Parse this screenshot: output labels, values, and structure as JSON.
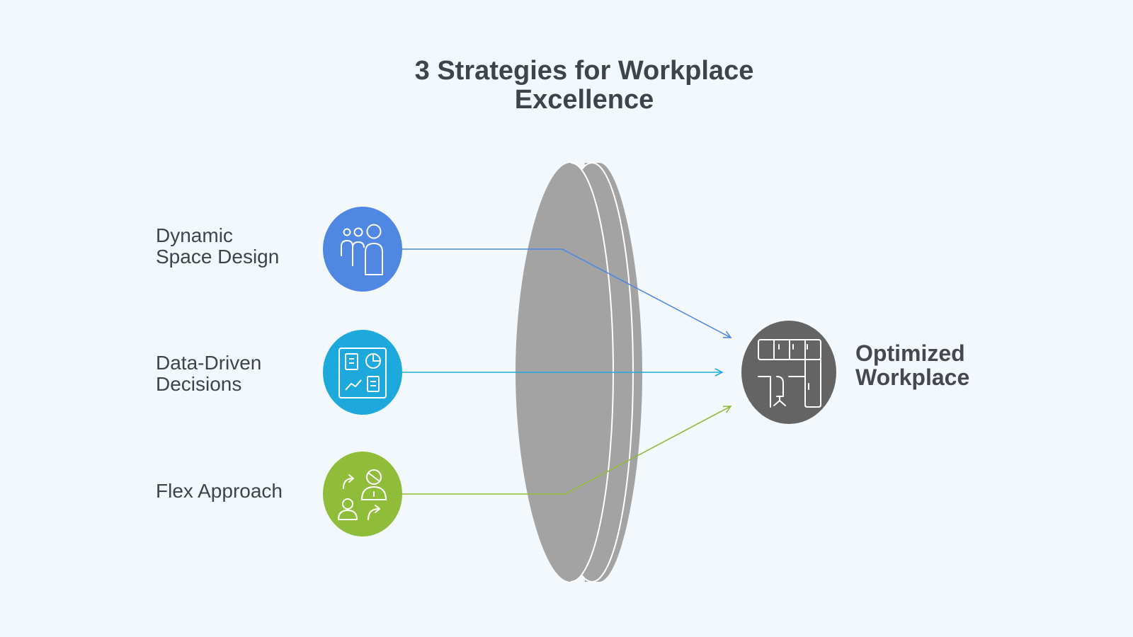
{
  "title": {
    "line1": "3 Strategies for Workplace",
    "line2": "Excellence"
  },
  "strategies": [
    {
      "line1": "Dynamic",
      "line2": "Space Design",
      "icon": "people-group-icon",
      "color": "#4f87e3"
    },
    {
      "line1": "Data-Driven",
      "line2": "Decisions",
      "icon": "dashboard-icon",
      "color": "#1ea9dc"
    },
    {
      "line1": "Flex Approach",
      "line2": "",
      "icon": "people-exchange-icon",
      "color": "#8fbd3a"
    }
  ],
  "lens": {
    "color": "#a3a3a3",
    "icon": "lens-shape"
  },
  "outcome": {
    "line1": "Optimized",
    "line2": "Workplace",
    "icon": "office-floorplan-icon",
    "color": "#646464"
  }
}
